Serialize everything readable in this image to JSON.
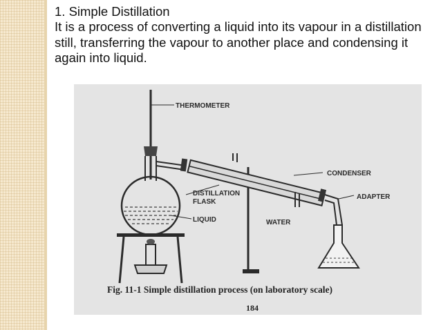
{
  "slide": {
    "title": "1. Simple Distillation",
    "body": "It is a process of converting a liquid into its vapour in a distillation still, transferring the vapour to another place and condensing it again into liquid."
  },
  "figure": {
    "labels": {
      "thermometer": "THERMOMETER",
      "condenser": "CONDENSER",
      "adapter": "ADAPTER",
      "distillation_flask_line1": "DISTILLATION",
      "distillation_flask_line2": "FLASK",
      "liquid": "LIQUID",
      "water": "WATER"
    },
    "caption": "Fig. 11-1  Simple distillation process (on laboratory scale)",
    "page_number": "184"
  },
  "colors": {
    "strip": "#f6e9cf",
    "figure_bg": "#e4e4e4",
    "ink": "#2a2a2a"
  }
}
